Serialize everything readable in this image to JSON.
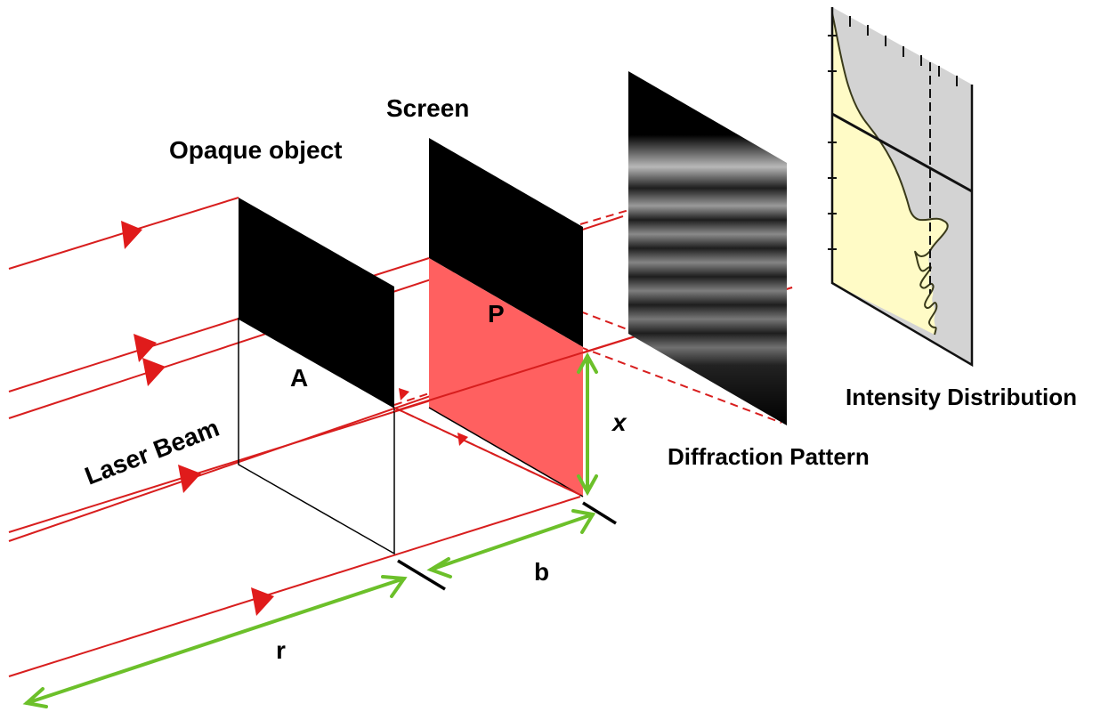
{
  "labels": {
    "opaque_object": "Opaque object",
    "screen": "Screen",
    "laser_beam": "Laser Beam",
    "point_a": "A",
    "point_p": "P",
    "distance_r": "r",
    "distance_b": "b",
    "distance_x": "x",
    "diffraction_pattern": "Diffraction Pattern",
    "intensity_distribution": "Intensity Distribution"
  },
  "colors": {
    "beam": "#d81e1e",
    "arrow_head": "#e01b1b",
    "dimension": "#6cc02a",
    "opaque": "#000000",
    "illuminated_screen": "#ff6060",
    "plot_upper": "#d3d3d3",
    "plot_lower": "#fffbc6"
  }
}
